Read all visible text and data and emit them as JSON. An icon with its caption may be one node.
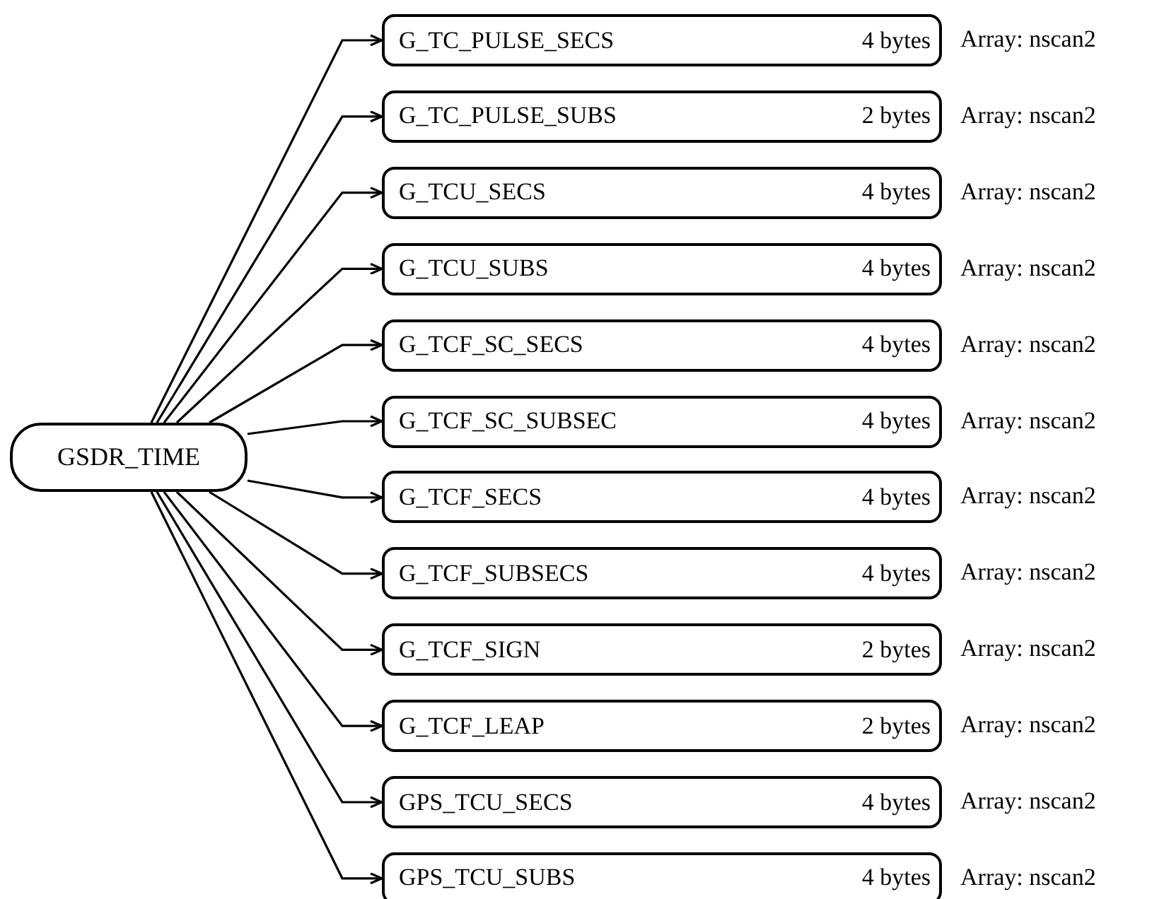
{
  "diagram": {
    "nodes": [
      {
        "text": [
          "GSDR_TIME"
        ]
      },
      {
        "text": [
          "G_TC_PULSE_SECS",
          "4 bytes"
        ],
        "beside": [
          "Array: nscan2"
        ]
      },
      {
        "text": [
          "G_TC_PULSE_SUBS",
          "2 bytes"
        ],
        "beside": [
          "Array: nscan2"
        ]
      },
      {
        "text": [
          "G_TCU_SECS",
          "4 bytes"
        ],
        "beside": [
          "Array: nscan2"
        ]
      },
      {
        "text": [
          "G_TCU_SUBS",
          "4 bytes"
        ],
        "beside": [
          "Array: nscan2"
        ]
      },
      {
        "text": [
          "G_TCF_SC_SECS",
          "4 bytes"
        ],
        "beside": [
          "Array: nscan2"
        ]
      },
      {
        "text": [
          "G_TCF_SC_SUBSEC",
          "4 bytes"
        ],
        "beside": [
          "Array: nscan2"
        ]
      },
      {
        "text": [
          "G_TCF_SECS",
          "4 bytes"
        ],
        "beside": [
          "Array: nscan2"
        ]
      },
      {
        "text": [
          "G_TCF_SUBSECS",
          "4 bytes"
        ],
        "beside": [
          "Array: nscan2"
        ]
      },
      {
        "text": [
          "G_TCF_SIGN",
          "2 bytes"
        ],
        "beside": [
          "Array: nscan2"
        ]
      },
      {
        "text": [
          "G_TCF_LEAP",
          "2 bytes"
        ],
        "beside": [
          "Array: nscan2"
        ]
      },
      {
        "text": [
          "GPS_TCU_SECS",
          "4 bytes"
        ],
        "beside": [
          "Array: nscan2"
        ]
      },
      {
        "text": [
          "GPS_TCU_SUBS",
          "4 bytes"
        ],
        "beside": [
          "Array: nscan2"
        ]
      }
    ],
    "edges": [
      {
        "from": 0,
        "to": 1,
        "arrow": "to"
      },
      {
        "from": 0,
        "to": 2,
        "arrow": "to"
      },
      {
        "from": 0,
        "to": 3,
        "arrow": "to"
      },
      {
        "from": 0,
        "to": 4,
        "arrow": "to"
      },
      {
        "from": 0,
        "to": 5,
        "arrow": "to"
      },
      {
        "from": 0,
        "to": 6,
        "arrow": "to"
      },
      {
        "from": 0,
        "to": 7,
        "arrow": "to"
      },
      {
        "from": 0,
        "to": 8,
        "arrow": "to"
      },
      {
        "from": 0,
        "to": 9,
        "arrow": "to"
      },
      {
        "from": 0,
        "to": 10,
        "arrow": "to"
      },
      {
        "from": 0,
        "to": 11,
        "arrow": "to"
      },
      {
        "from": 0,
        "to": 12,
        "arrow": "to"
      }
    ]
  }
}
